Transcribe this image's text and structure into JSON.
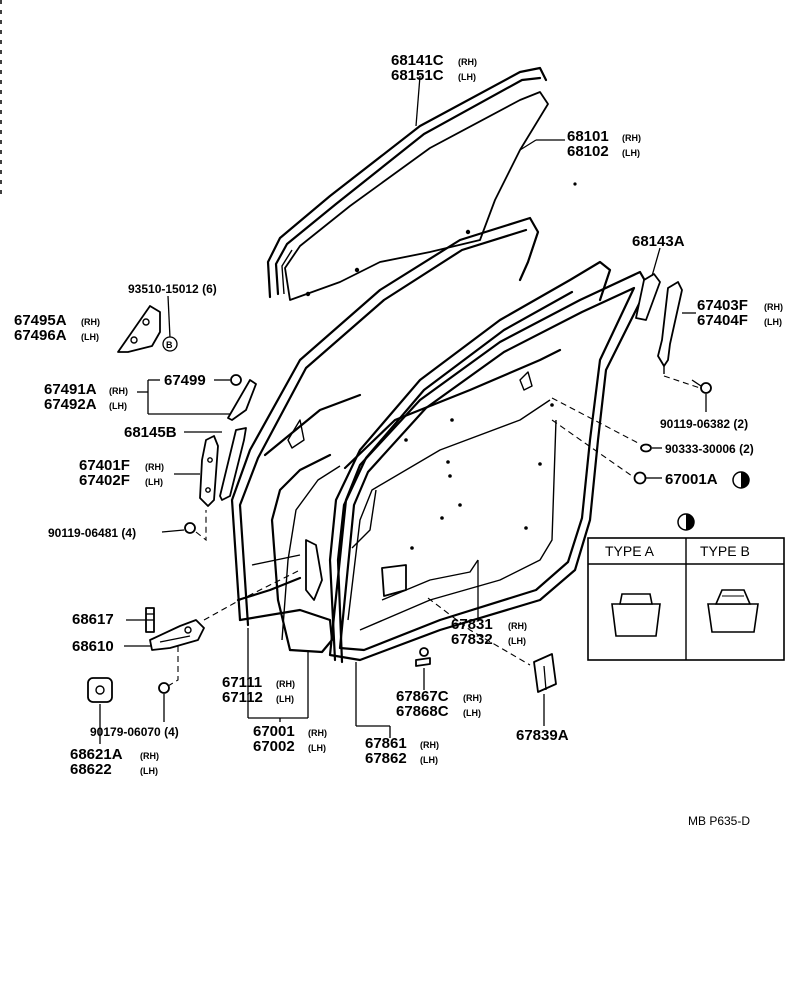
{
  "labels": {
    "p68141c": "68141C",
    "p68141c_side": "(RH)",
    "p68151c": "68151C",
    "p68151c_side": "(LH)",
    "p68101": "68101",
    "p68101_side": "(RH)",
    "p68102": "68102",
    "p68102_side": "(LH)",
    "p68143a": "68143A",
    "p67403f": "67403F",
    "p67403f_side": "(RH)",
    "p67404f": "67404F",
    "p67404f_side": "(LH)",
    "p93510": "93510-15012 (6)",
    "p67495a": "67495A",
    "p67495a_side": "(RH)",
    "p67496a": "67496A",
    "p67496a_side": "(LH)",
    "p67499": "67499",
    "p67491a": "67491A",
    "p67491a_side": "(RH)",
    "p67492a": "67492A",
    "p67492a_side": "(LH)",
    "p68145b": "68145B",
    "p67401f": "67401F",
    "p67401f_side": "(RH)",
    "p67402f": "67402F",
    "p67402f_side": "(LH)",
    "p90119_06481": "90119-06481 (4)",
    "p90119_06382": "90119-06382 (2)",
    "p90333": "90333-30006 (2)",
    "p67001a": "67001A",
    "p68617": "68617",
    "p68610": "68610",
    "p67111": "67111",
    "p67111_side": "(RH)",
    "p67112": "67112",
    "p67112_side": "(LH)",
    "p67001": "67001",
    "p67001_side": "(RH)",
    "p67002": "67002",
    "p67002_side": "(LH)",
    "p67831": "67831",
    "p67831_side": "(RH)",
    "p67832": "67832",
    "p67832_side": "(LH)",
    "p67867c": "67867C",
    "p67867c_side": "(RH)",
    "p67868c": "67868C",
    "p67868c_side": "(LH)",
    "p67839a": "67839A",
    "p67861": "67861",
    "p67861_side": "(RH)",
    "p67862": "67862",
    "p67862_side": "(LH)",
    "p90179": "90179-06070 (4)",
    "p68621a": "68621A",
    "p68621a_side": "(RH)",
    "p68622": "68622",
    "p68622_side": "(LH)",
    "marker_b": "B",
    "type_a": "TYPE  A",
    "type_b": "TYPE  B",
    "drawing_code": "MB  P635-D"
  }
}
